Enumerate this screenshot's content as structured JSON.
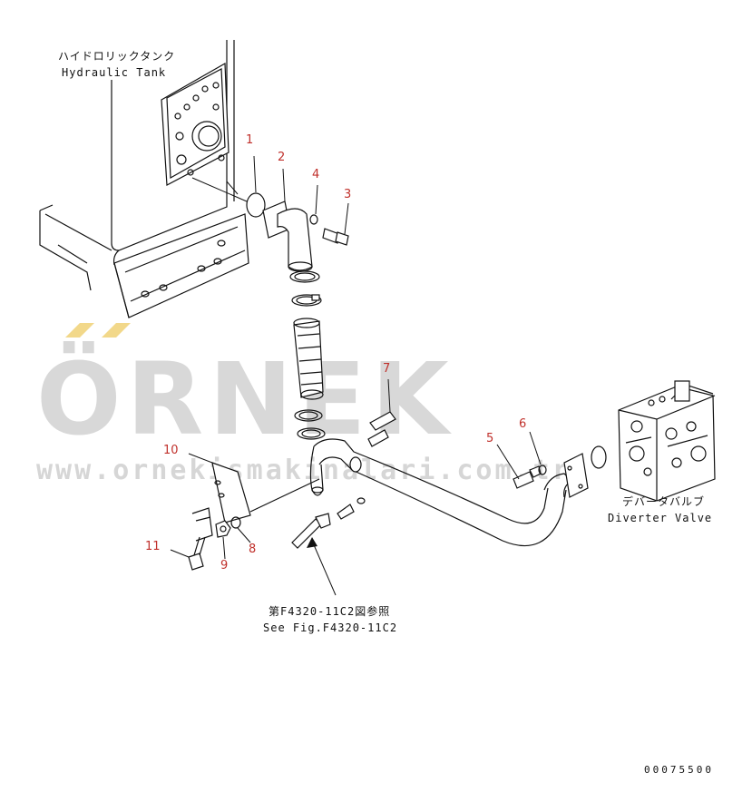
{
  "labels": {
    "tank_jp": "ハイドロリックタンク",
    "tank_en": "Hydraulic Tank",
    "valve_jp": "デバータバルブ",
    "valve_en": "Diverter Valve",
    "ref_jp": "第F4320-11C2図参照",
    "ref_en": "See Fig.F4320-11C2"
  },
  "callouts": [
    "1",
    "2",
    "3",
    "4",
    "5",
    "6",
    "7",
    "8",
    "9",
    "10",
    "11"
  ],
  "drawing_code": "00075500",
  "watermark": {
    "brand": "ÖRNEK",
    "url": "www.ornekismakinalari.com.tr",
    "accent_color": "#f2d88a",
    "text_color": "#d6d6d6"
  },
  "colors": {
    "callout": "#c0302b",
    "line": "#111111"
  }
}
